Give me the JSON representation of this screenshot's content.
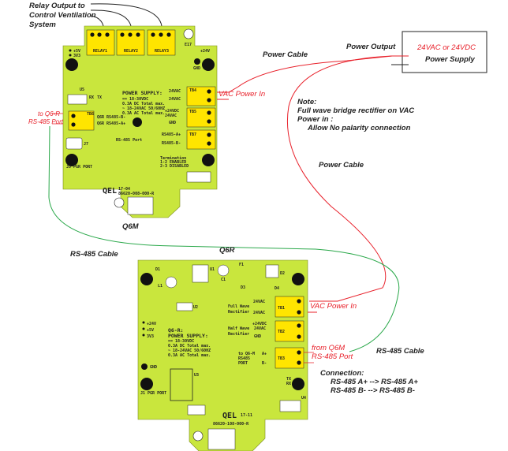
{
  "title_labels": {
    "relay_output": [
      "Relay Output to",
      "Control Ventilation",
      "System"
    ],
    "power_cable_top": "Power Cable",
    "power_cable_mid": "Power Cable",
    "power_output": "Power Output",
    "vac_power_in_q6m": "VAC Power In",
    "vac_power_in_q6r": "VAC Power In",
    "to_q6r_port": [
      "to Q6-R",
      "RS-485 Port"
    ],
    "from_q6m_port": [
      "from Q6M",
      "RS-485 Port"
    ],
    "rs485_cable_left": "RS-485 Cable",
    "rs485_cable_right": "RS-485 Cable",
    "q6m_name": "Q6M",
    "q6r_name": "Q6R"
  },
  "power_supply": {
    "voltage": "24VAC or 24VDC",
    "name": "Power Supply"
  },
  "note": [
    "Note:",
    "Full wave bridge rectifier on VAC",
    "Power in :",
    "Allow No palarity connection"
  ],
  "connection": [
    "Connection:",
    "RS-485 A+ --> RS-485 A+",
    "RS-485 B- --> RS-485 B-"
  ],
  "q6m_board": {
    "relays": [
      "RELAY1",
      "RELAY2",
      "RELAY3"
    ],
    "rails": [
      "+5V",
      "3V3",
      "+24V",
      "GND"
    ],
    "power_supply": [
      "POWER SUPPLY:",
      "== 18-30VDC",
      "0.3A DC Total max.",
      "~ 18-24VAC 50/60HZ",
      "0.3A AC Total max."
    ],
    "tb4": [
      "24VAC",
      "24VAC",
      "TB4"
    ],
    "tb5": [
      "+24VDC",
      "24VAC",
      "GND",
      "TB5"
    ],
    "tb7": [
      "RS485-A+",
      "RS485-B-",
      "TB7"
    ],
    "tb6": [
      "Q6R RS485-B-",
      "Q6R RS485-A+",
      "TB6"
    ],
    "misc": [
      "RS-485 Port",
      "J7",
      "J5 PGR PORT",
      "Termination",
      "1-2 ENABLED",
      "2-3 DISABLED",
      "U5",
      "RX",
      "TX",
      "E17"
    ],
    "logo": "QEL",
    "rev": "17-04",
    "part": "86620-008-000-R"
  },
  "q6r_board": {
    "rails": [
      "+24V",
      "+5V",
      "3V3",
      "GND"
    ],
    "power_supply": [
      "Q6-R:",
      "POWER SUPPLY:",
      "== 18-30VDC",
      "0.3A DC Total max.",
      "~ 18-24VAC 50/60HZ",
      "0.3A AC Total max."
    ],
    "tb1": [
      "Full Wave",
      "Rectifier",
      "24VAC",
      "24VAC",
      "TB1"
    ],
    "tb2": [
      "Half Wave",
      "Rectifier",
      "+24VDC",
      "24VAC",
      "GND",
      "TB2"
    ],
    "tb3": [
      "to Q6-M",
      "RS485",
      "PORT",
      "A+",
      "B-",
      "TB3"
    ],
    "misc": [
      "J1 PGR PORT",
      "TX",
      "RX",
      "U4",
      "U3",
      "U1",
      "U2",
      "D1",
      "D2",
      "D3",
      "D4",
      "F1",
      "L1",
      "C1"
    ],
    "logo": "QEL",
    "rev": "17-11",
    "part": "86620-108-000-R"
  },
  "colors": {
    "board": "#c9e63d",
    "terminal": "#ffe500",
    "power_wire": "#e8202a",
    "rs485_wire": "#2aa84a"
  }
}
